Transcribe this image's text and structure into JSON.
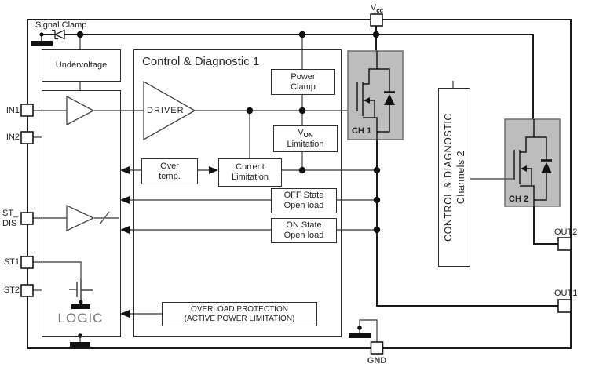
{
  "diagram": {
    "signal_clamp": "Signal Clamp",
    "undervoltage": "Undervoltage",
    "cd1_title": "Control & Diagnostic 1",
    "driver": "DRIVER",
    "power_clamp_l1": "Power",
    "power_clamp_l2": "Clamp",
    "von_base": "V",
    "von_sub": "ON",
    "von_l2": "Limitation",
    "over_temp_l1": "Over",
    "over_temp_l2": "temp.",
    "current_l1": "Current",
    "current_l2": "Limitation",
    "off_state_l1": "OFF State",
    "off_state_l2": "Open load",
    "on_state_l1": "ON State",
    "on_state_l2": "Open load",
    "overload_l1": "OVERLOAD PROTECTION",
    "overload_l2": "(ACTIVE POWER LIMITATION)",
    "logic": "LOGIC",
    "cd2_l1": "CONTROL & DIAGNOSTIC",
    "cd2_l2": "Channels 2",
    "ch1": "CH 1",
    "ch2": "CH 2"
  },
  "pins": {
    "vcc_base": "V",
    "vcc_sub": "cc",
    "gnd": "GND",
    "in1": "IN1",
    "in2": "IN2",
    "st_dis_l1": "ST_",
    "st_dis_l2": "DIS",
    "st1": "ST1",
    "st2": "ST2",
    "out1": "OUT1",
    "out2": "OUT2"
  },
  "colors": {
    "line": "#1a1a1a",
    "signal_line": "#555555",
    "channel_block_fill": "#bdbdbd",
    "channel_block_border": "#6e6e6e",
    "background": "#ffffff"
  }
}
